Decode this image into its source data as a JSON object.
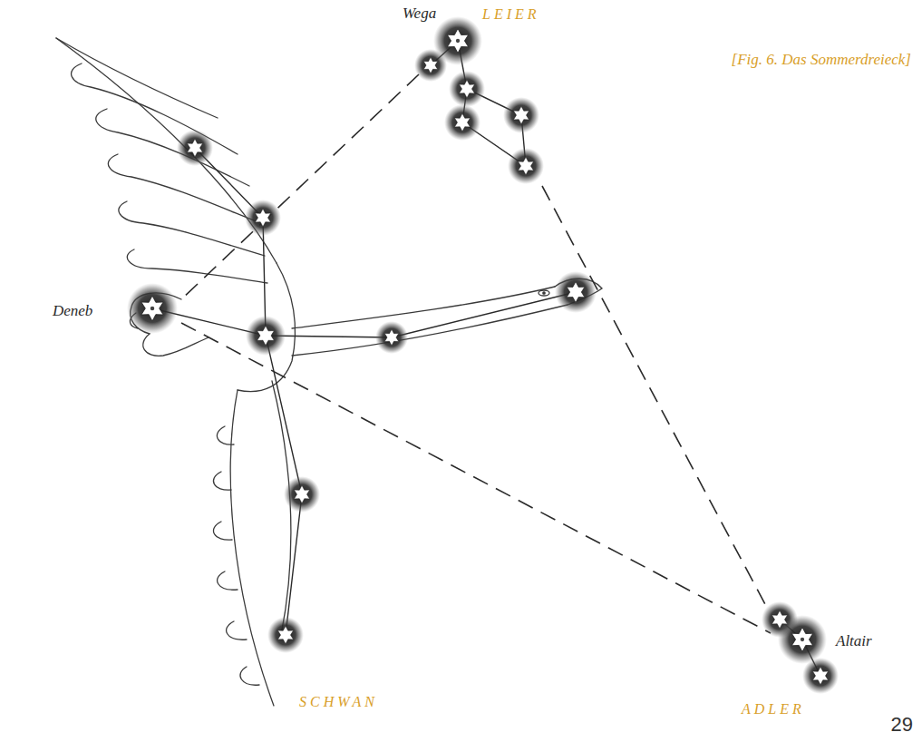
{
  "diagram": {
    "caption": "[Fig. 6. Das Sommerdreieck]",
    "labels": [
      "Wega",
      "LEIER",
      "Deneb",
      "Altair",
      "ADLER",
      "SCHWAN",
      "29"
    ]
  }
}
